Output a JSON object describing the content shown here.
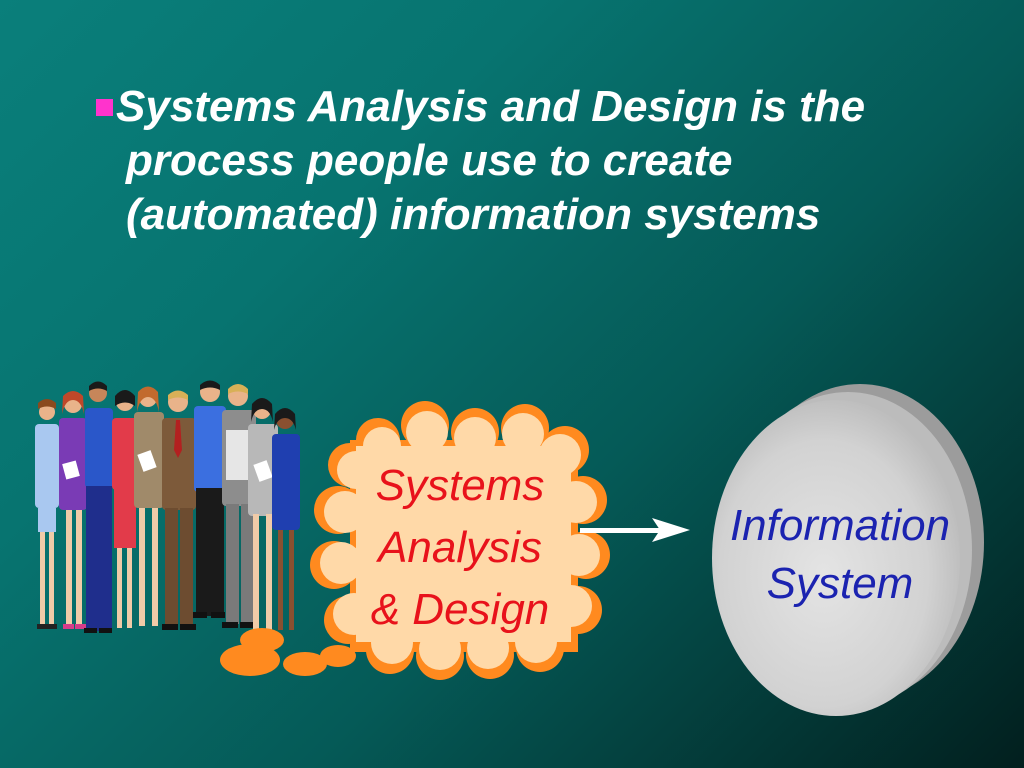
{
  "bullet": {
    "text": "Systems Analysis and Design is the process people use to create (automated) information systems",
    "marker_color": "#ff33cc"
  },
  "diagram": {
    "process": {
      "lines": [
        "Systems",
        "Analysis",
        "& Design"
      ],
      "text_color": "#e8121b",
      "fill_color": "#ffd9a8",
      "edge_color": "#ff8a1f"
    },
    "output": {
      "lines": [
        "Information",
        "System"
      ],
      "text_color": "#1b23b0",
      "fill_color": "#d6d6d6"
    },
    "icons": {
      "people": "people-group-icon",
      "arrow": "arrow-right-icon",
      "cloud": "cloud-shape-icon",
      "disk": "disk-shape-icon"
    }
  }
}
